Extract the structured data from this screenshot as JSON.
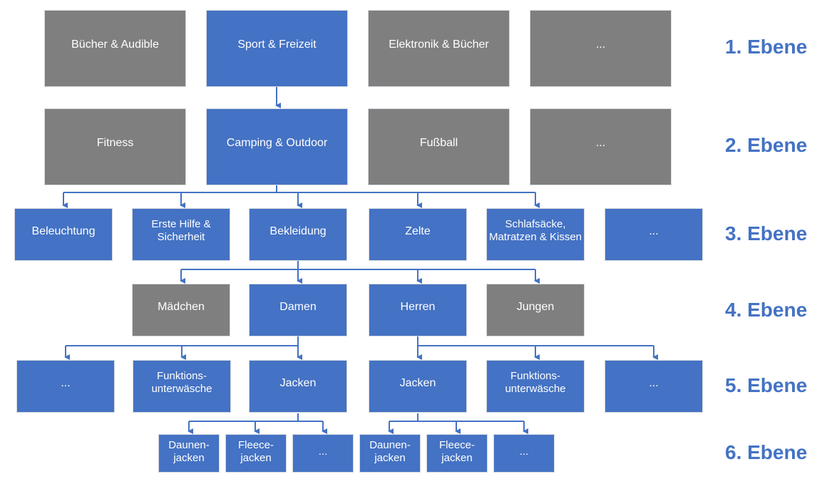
{
  "colors": {
    "selected": "#4472c4",
    "other": "#7f7f7f",
    "connector": "#4472c4",
    "level_label": "#4472c4"
  },
  "levels": [
    "1. Ebene",
    "2. Ebene",
    "3. Ebene",
    "4. Ebene",
    "5. Ebene",
    "6. Ebene"
  ],
  "level1": [
    "Bücher & Audible",
    "Sport & Freizeit",
    "Elektronik & Bücher",
    "..."
  ],
  "level2": [
    "Fitness",
    "Camping & Outdoor",
    "Fußball",
    "..."
  ],
  "level3": [
    "Beleuchtung",
    "Erste Hilfe &\nSicherheit",
    "Bekleidung",
    "Zelte",
    "Schlafsäcke,\nMatratzen & Kissen",
    "..."
  ],
  "level4": [
    "Mädchen",
    "Damen",
    "Herren",
    "Jungen"
  ],
  "level5": [
    "...",
    "Funktions-\nunterwäsche",
    "Jacken",
    "Jacken",
    "Funktions-\nunterwäsche",
    "..."
  ],
  "level6": [
    "Daunen-\njacken",
    "Fleece-\njacken",
    "...",
    "Daunen-\njacken",
    "Fleece-\njacken",
    "..."
  ]
}
